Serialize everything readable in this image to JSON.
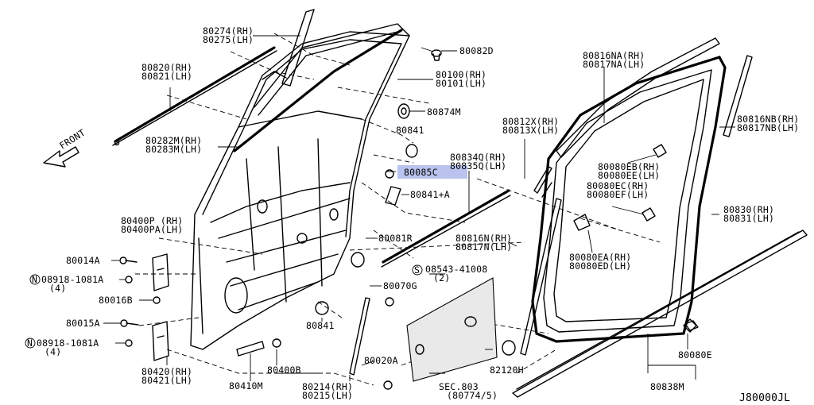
{
  "diagram": {
    "code": "J80000JL",
    "direction": "FRONT",
    "highlight_color": "#b9c3ee",
    "parts": {
      "p80274": [
        "80274(RH)",
        "80275(LH)"
      ],
      "p80820": [
        "80820(RH)",
        "80821(LH)"
      ],
      "p80282": [
        "80282M(RH)",
        "80283M(LH)"
      ],
      "p80082D": [
        "80082D"
      ],
      "p80100": [
        "80100(RH)",
        "80101(LH)"
      ],
      "p80874M": [
        "80874M"
      ],
      "p80841top": [
        "80841"
      ],
      "p80085C": [
        "80085C"
      ],
      "p80841A": [
        "80841+A"
      ],
      "p80834": [
        "80834Q(RH)",
        "80835Q(LH)"
      ],
      "p80812": [
        "80812X(RH)",
        "80813X(LH)"
      ],
      "p80816NA": [
        "80816NA(RH)",
        "80817NA(LH)"
      ],
      "p80816NB": [
        "80816NB(RH)",
        "80817NB(LH)"
      ],
      "p80080EB": [
        "80080EB(RH)",
        "80080EE(LH)"
      ],
      "p80080EC": [
        "80080EC(RH)",
        "80080EF(LH)"
      ],
      "p80830": [
        "80830(RH)",
        "80831(LH)"
      ],
      "p80400P": [
        "80400P (RH)",
        "80400PA(LH)"
      ],
      "p80014A": [
        "80014A"
      ],
      "p08918a": [
        "08918-1081A",
        "(4)"
      ],
      "p80016B": [
        "80016B"
      ],
      "p80015A": [
        "80015A"
      ],
      "p08918b": [
        "08918-1081A",
        "(4)"
      ],
      "p80420": [
        "80420(RH)",
        "80421(LH)"
      ],
      "p80081R": [
        "80081R"
      ],
      "p80816N": [
        "80816N(RH)",
        "80817N(LH)"
      ],
      "p08543": [
        "08543-41008",
        "(2)"
      ],
      "p80070G": [
        "80070G"
      ],
      "p80080EA": [
        "80080EA(RH)",
        "80080ED(LH)"
      ],
      "p80841bot": [
        "80841"
      ],
      "p80400B": [
        "80400B"
      ],
      "p80410M": [
        "80410M"
      ],
      "p80214": [
        "80214(RH)",
        "80215(LH)"
      ],
      "p80020A": [
        "80020A"
      ],
      "p82120H": [
        "82120H"
      ],
      "pSEC803": [
        "SEC.803",
        "(80774/5)"
      ],
      "p80838M": [
        "80838M"
      ],
      "p80080E": [
        "80080E"
      ]
    }
  }
}
